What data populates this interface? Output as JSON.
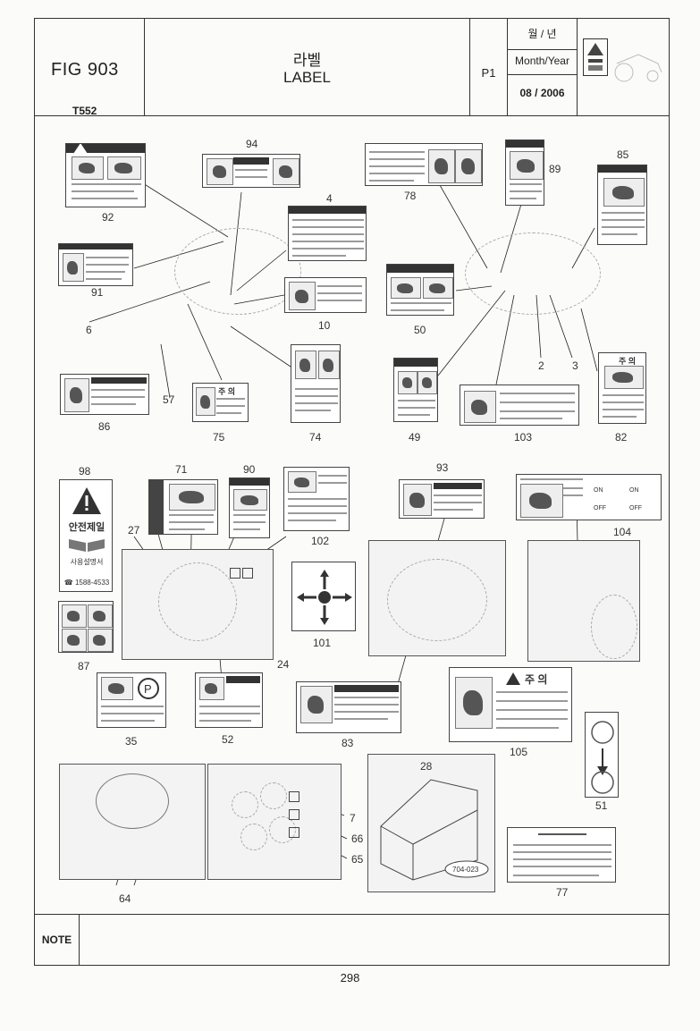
{
  "header": {
    "fig": "FIG 903",
    "model": "T552",
    "title_ko": "라벨",
    "title_en": "LABEL",
    "page_code": "P1",
    "date_ko": "월 / 년",
    "date_en": "Month/Year",
    "date": "08 / 2006"
  },
  "callouts": {
    "c2": "2",
    "c3": "3",
    "c4": "4",
    "c6": "6",
    "c7": "7",
    "c10": "10",
    "c24": "24",
    "c27": "27",
    "c28": "28",
    "c35": "35",
    "c49": "49",
    "c50": "50",
    "c51": "51",
    "c52": "52",
    "c57": "57",
    "c64": "64",
    "c65": "65",
    "c66": "66",
    "c71": "71",
    "c74": "74",
    "c75": "75",
    "c77": "77",
    "c78": "78",
    "c82": "82",
    "c83": "83",
    "c85": "85",
    "c86": "86",
    "c87": "87",
    "c89": "89",
    "c90": "90",
    "c91": "91",
    "c92": "92",
    "c93": "93",
    "c94": "94",
    "c98": "98",
    "c101": "101",
    "c102": "102",
    "c103": "103",
    "c104": "104",
    "c105": "105"
  },
  "label_text": {
    "caution": "주 의",
    "caution_75": "주 의",
    "caution_82": "주 의",
    "safety_first": "안전제일",
    "manual": "사용설명서",
    "phone": "☎ 1588-4533",
    "on": "ON",
    "off": "OFF",
    "part_code": "704-023"
  },
  "footer": {
    "note_label": "NOTE",
    "page_number": "298"
  }
}
